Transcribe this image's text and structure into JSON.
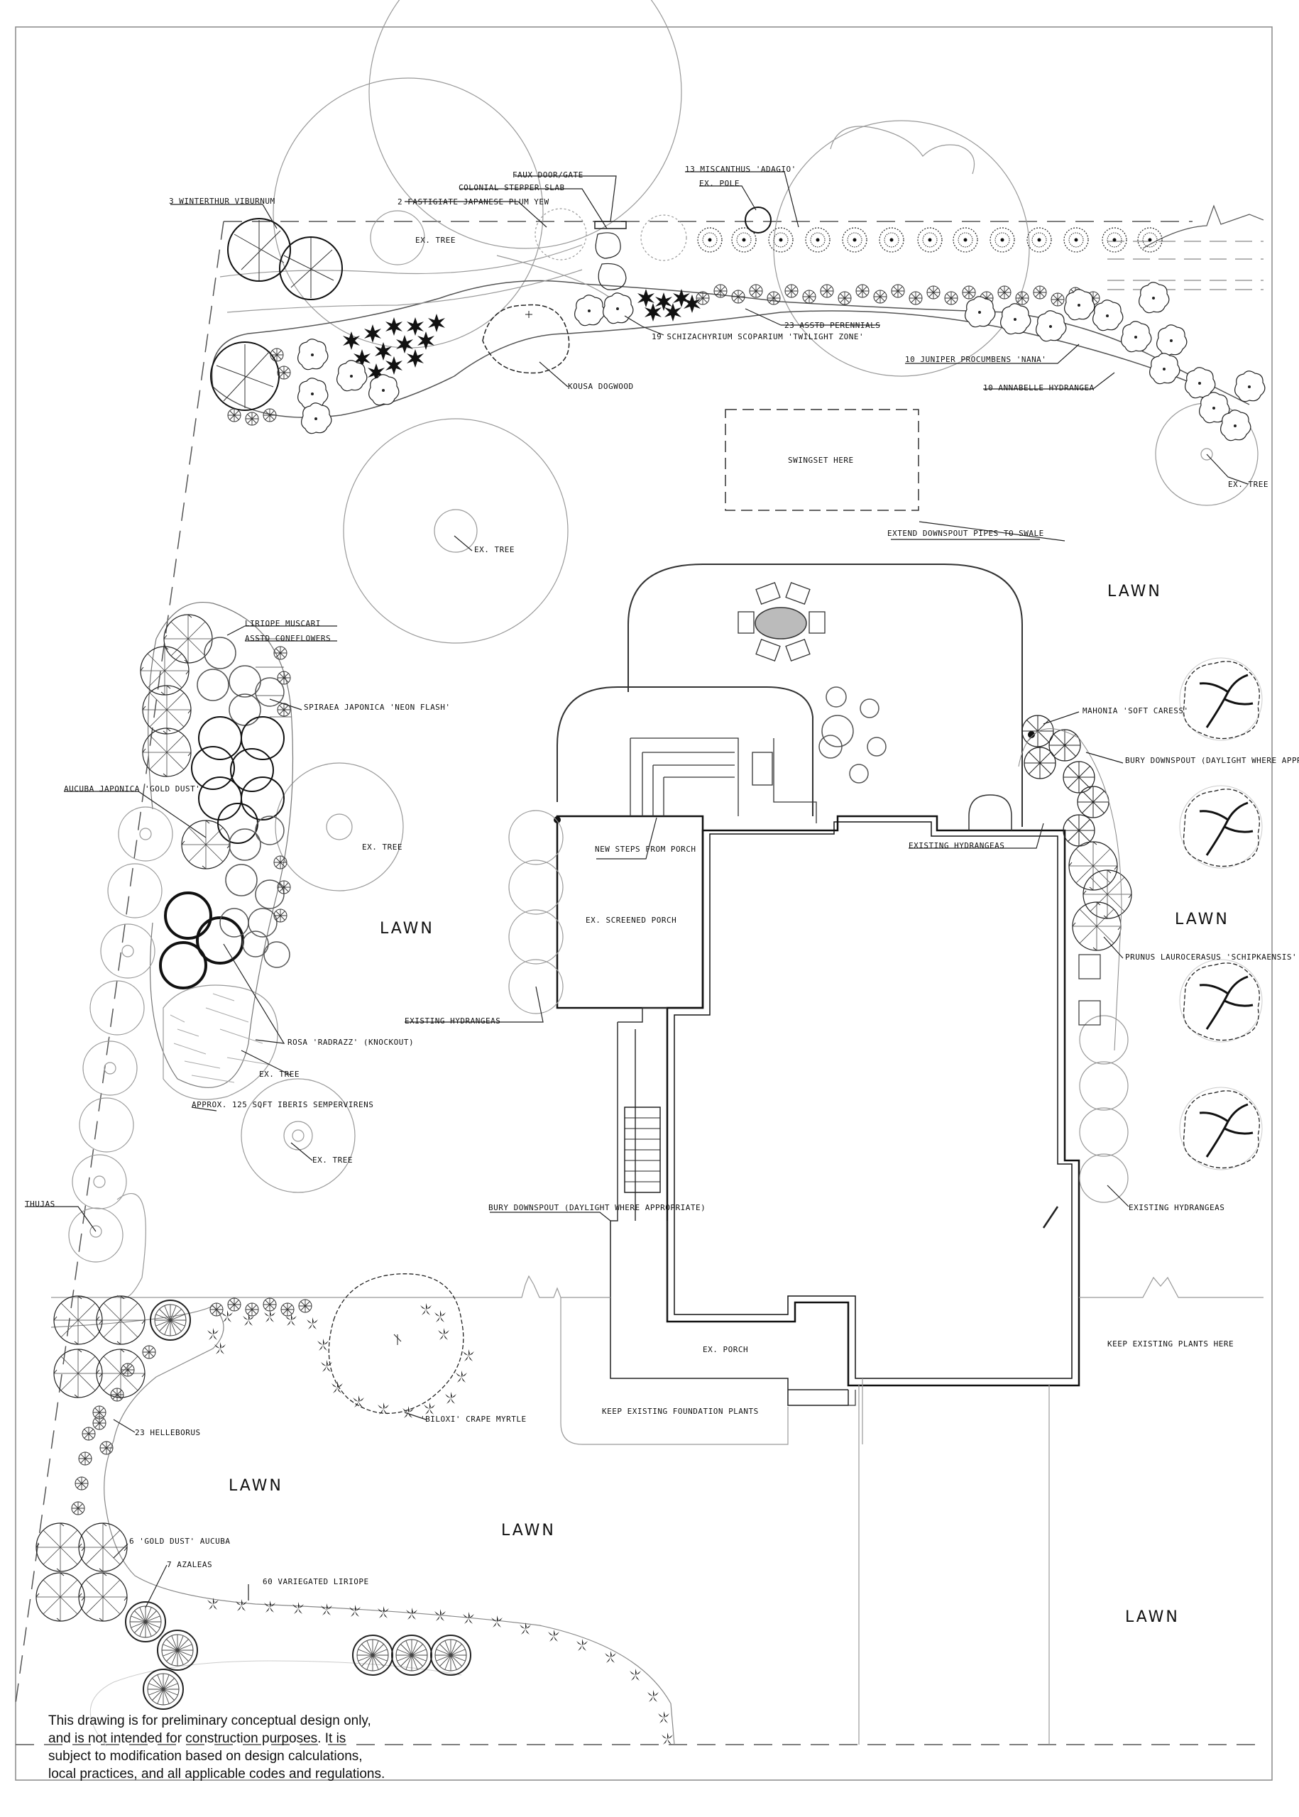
{
  "labels": {
    "winterthur_viburnum": "3 WINTERTHUR VIBURNUM",
    "fastigiate_yew": "2 FASTIGIATE JAPANESE PLUM YEW",
    "colonial_stepper": "COLONIAL STEPPER SLAB",
    "faux_door": "FAUX DOOR/GATE",
    "miscanthus": "13 MISCANTHUS 'ADAGIO'",
    "ex_pole": "EX. POLE",
    "ex_tree": "EX. TREE",
    "schizachyrium": "19 SCHIZACHYRIUM SCOPARIUM 'TWILIGHT ZONE'",
    "perennials": "23 ASSTD PERENNIALS",
    "juniper": "10 JUNIPER PROCUMBENS 'NANA'",
    "annabelle": "10 ANNABELLE HYDRANGEA",
    "kousa": "KOUSA DOGWOOD",
    "swingset": "SWINGSET HERE",
    "downspout_extend": "EXTEND DOWNSPOUT PIPES TO SWALE",
    "liriope_muscari": "LIRIOPE MUSCARI",
    "coneflowers": "ASSTD CONEFLOWERS",
    "spiraea": "SPIRAEA JAPONICA 'NEON FLASH'",
    "aucuba": "AUCUBA JAPONICA 'GOLD DUST'",
    "mahonia": "MAHONIA 'SOFT CARESS'",
    "bury_downspout_right": "BURY DOWNSPOUT (DAYLIGHT WHERE APPROPRIATE)",
    "new_steps": "NEW STEPS FROM PORCH",
    "existing_hydrangeas": "EXISTING HYDRANGEAS",
    "screened_porch": "EX. SCREENED PORCH",
    "prunus": "PRUNUS LAUROCERASUS 'SCHIPKAENSIS'",
    "rosa": "ROSA 'RADRAZZ' (KNOCKOUT)",
    "iberis": "APPROX. 125 SQFT IBERIS SEMPERVIRENS",
    "bury_downspout_left": "BURY DOWNSPOUT (DAYLIGHT WHERE APPROPRIATE)",
    "thujas": "THUJAS",
    "helleborus": "23 HELLEBORUS",
    "crape_myrtle": "'BILOXI' CRAPE MYRTLE",
    "ex_porch": "EX. PORCH",
    "keep_foundation": "KEEP EXISTING FOUNDATION PLANTS",
    "keep_plants": "KEEP EXISTING PLANTS HERE",
    "gold_dust_aucuba": "6 'GOLD DUST' AUCUBA",
    "azaleas": "7 AZALEAS",
    "variegated_liriope": "60 VARIEGATED LIRIOPE",
    "lawn": "LAWN"
  },
  "disclaimer": [
    "This drawing is for preliminary conceptual design only,",
    "and is not intended for construction purposes. It is",
    "subject to modification based on design calculations,",
    "local practices, and all applicable codes and regulations."
  ]
}
